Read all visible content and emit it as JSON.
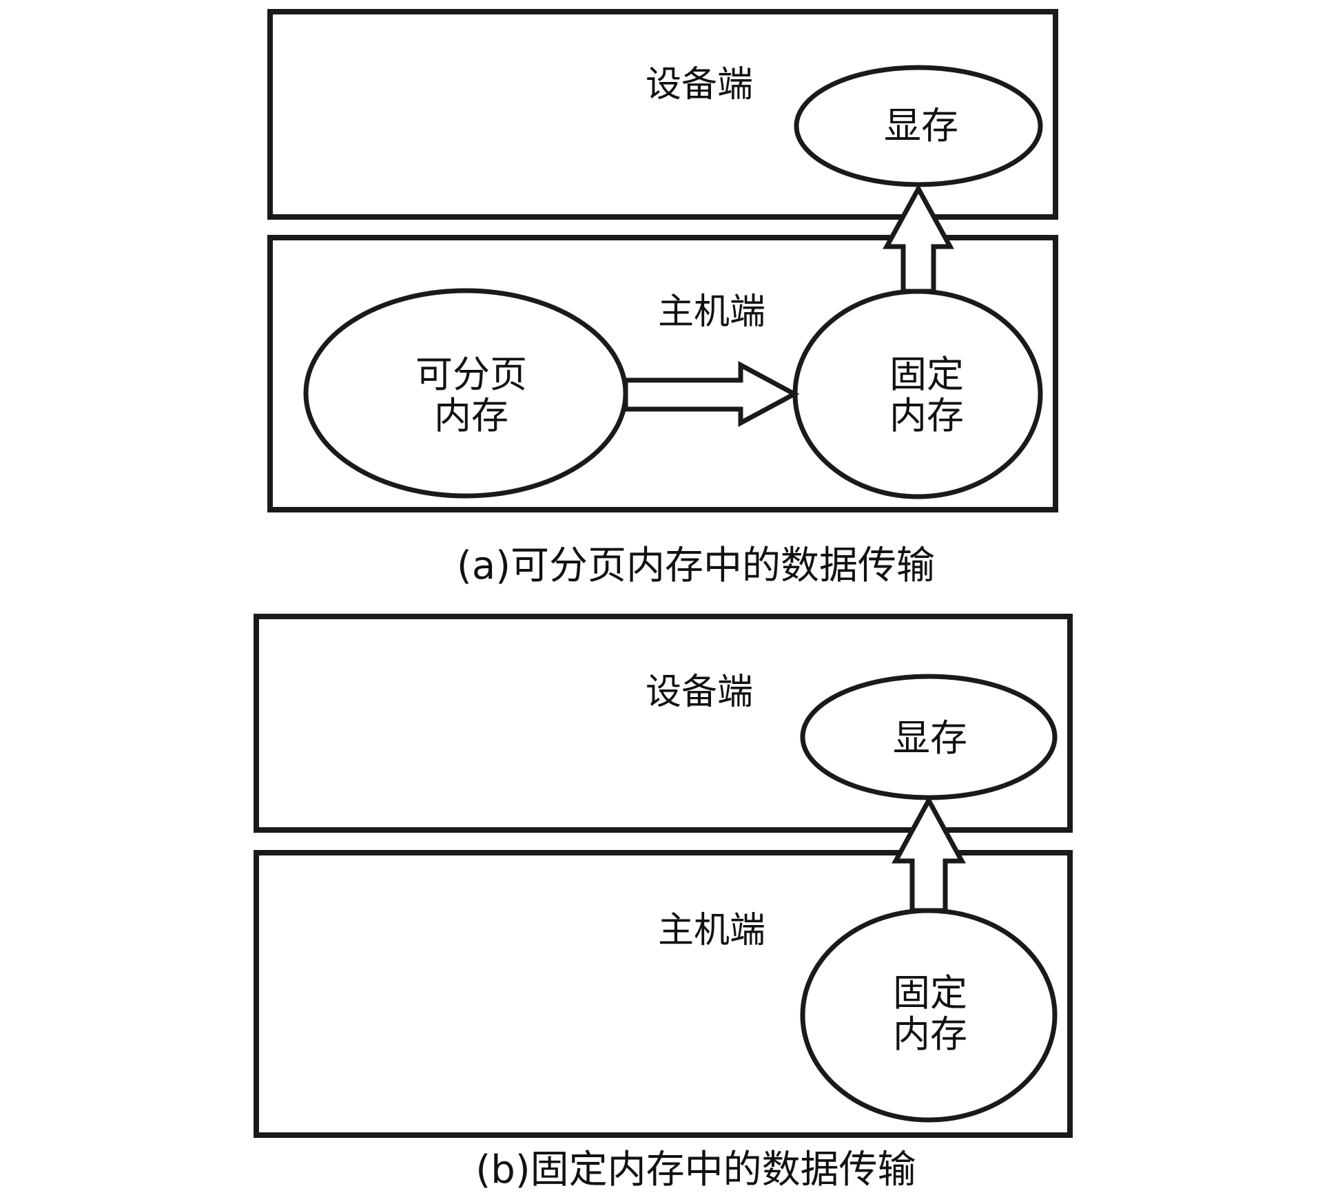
{
  "panel_a": {
    "device_label": "设备端",
    "vram_label": "显存",
    "host_label": "主机端",
    "pageable_line1": "可分页",
    "pageable_line2": "内存",
    "pinned_line1": "固定",
    "pinned_line2": "内存",
    "caption": "(a)可分页内存中的数据传输"
  },
  "panel_b": {
    "device_label": "设备端",
    "vram_label": "显存",
    "host_label": "主机端",
    "pinned_line1": "固定",
    "pinned_line2": "内存",
    "caption": "(b)固定内存中的数据传输"
  }
}
